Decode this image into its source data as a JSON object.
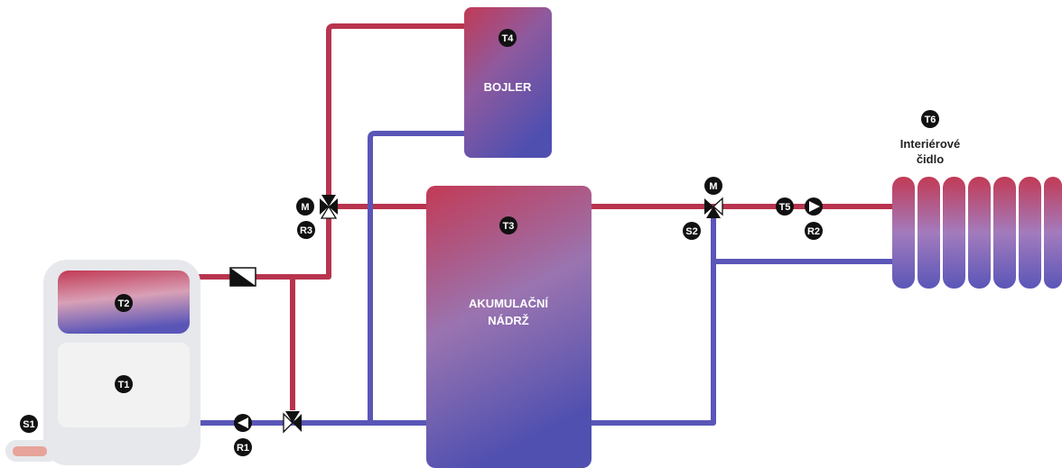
{
  "colors": {
    "hot": "#b8344e",
    "cold": "#5a56b8",
    "badge": "#111111",
    "boiler_body": "#e6e8ec",
    "boiler_chamber": "#f2f2f2"
  },
  "tanks": {
    "bojler": {
      "sensor": "T4",
      "label": "BOJLER"
    },
    "akumulacni": {
      "sensor": "T3",
      "label_line1": "AKUMULAČNÍ",
      "label_line2": "NÁDRŽ"
    }
  },
  "boiler": {
    "upper_sensor": "T2",
    "chamber_sensor": "T1",
    "sensor_s1": "S1"
  },
  "valves": {
    "r3": {
      "motor": "M",
      "label": "R3"
    },
    "s2": {
      "motor": "M",
      "label": "S2"
    }
  },
  "pumps": {
    "r1": {
      "label": "R1"
    },
    "r2": {
      "label": "R2"
    }
  },
  "sensors": {
    "t5": "T5",
    "t6": "T6"
  },
  "interior_sensor": {
    "line1": "Interiérové",
    "line2": "čidlo"
  }
}
